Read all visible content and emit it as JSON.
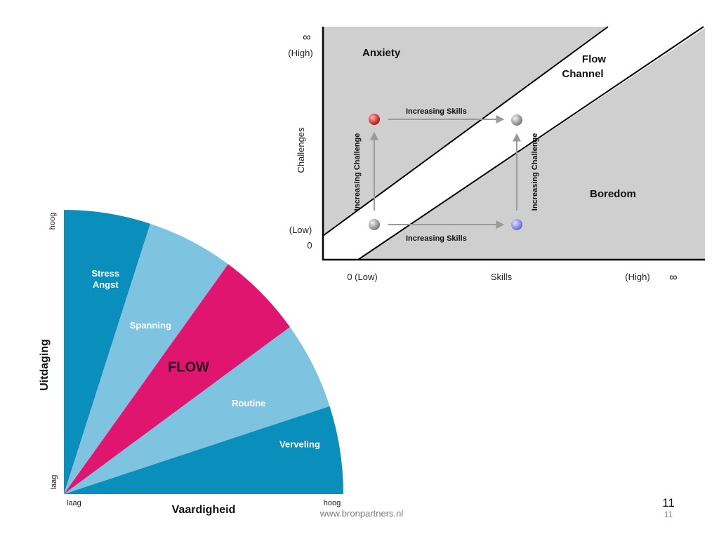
{
  "flow_chart": {
    "y_infinity": "∞",
    "y_high": "(High)",
    "y_axis_label": "Challenges",
    "y_low": "(Low)",
    "y_zero": "0",
    "x_low": "0 (Low)",
    "x_axis_label": "Skills",
    "x_high": "(High)",
    "x_infinity": "∞",
    "region_anxiety": "Anxiety",
    "region_flow_line1": "Flow",
    "region_flow_line2": "Channel",
    "region_boredom": "Boredom",
    "arrow_skills_top": "Increasing Skills",
    "arrow_skills_bottom": "Increasing Skills",
    "arrow_challenge_left": "Increasing Challenge",
    "arrow_challenge_right": "Increasing Challenge",
    "colors": {
      "region_fill": "#cfcfcf",
      "channel_fill": "#ffffff",
      "ball_red": "#e02020",
      "ball_gray": "#9a9a9a",
      "ball_blue": "#8888ee",
      "arrow": "#9a9a9a"
    }
  },
  "fan_diagram": {
    "y_axis_label": "Uitdaging",
    "y_high": "hoog",
    "y_low": "laag",
    "x_axis_label": "Vaardigheid",
    "x_low": "laag",
    "x_high": "hoog",
    "segments": [
      {
        "label_lines": [
          "Stress",
          "Angst"
        ],
        "color": "#0a8fbd"
      },
      {
        "label_lines": [
          "Spanning"
        ],
        "color": "#7ec3df"
      },
      {
        "label_lines": [
          "FLOW"
        ],
        "color": "#e0156f"
      },
      {
        "label_lines": [
          "Routine"
        ],
        "color": "#7ec3df"
      },
      {
        "label_lines": [
          "Verveling"
        ],
        "color": "#0a8fbd"
      }
    ]
  },
  "footer": {
    "url": "www.bronpartners.nl",
    "slide_number": "11",
    "slide_number_small": "11"
  }
}
